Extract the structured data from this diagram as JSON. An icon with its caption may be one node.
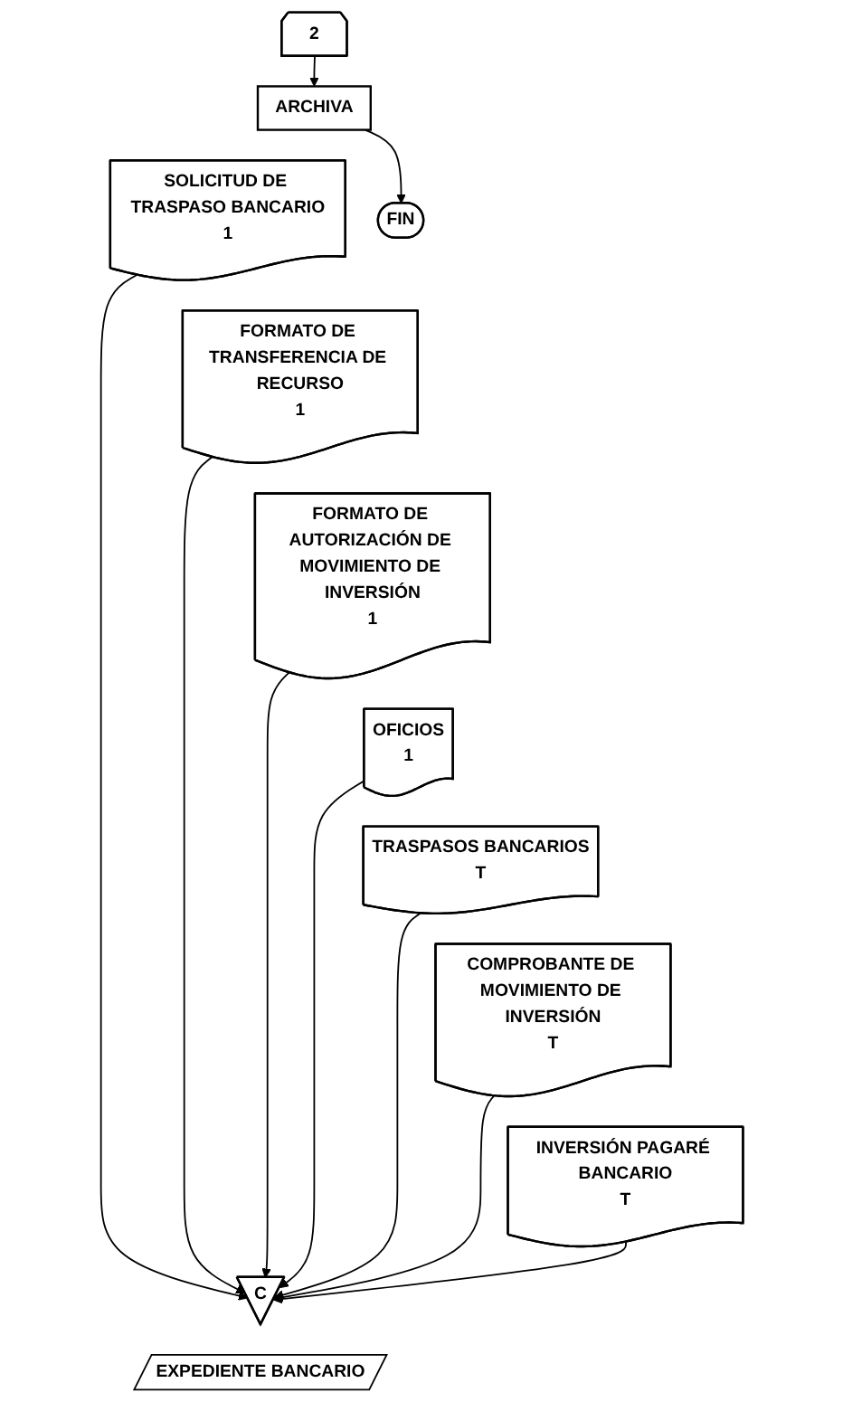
{
  "diagram": {
    "nodes": [
      {
        "text": [
          "2"
        ]
      },
      {
        "text": [
          "ARCHIVA"
        ]
      },
      {
        "text": [
          "SOLICITUD DE TRASPASO BANCARIO",
          "1"
        ]
      },
      {
        "text": [
          "FORMATO DE TRANSFERENCIA DE RECURSO",
          "1"
        ]
      },
      {
        "text": [
          "FORMATO DE AUTORIZACIÓN DE MOVIMIENTO DE INVERSIÓN",
          "1"
        ]
      },
      {
        "text": [
          "OFICIOS",
          "1"
        ]
      },
      {
        "text": [
          "TRASPASOS BANCARIOS",
          "T"
        ]
      },
      {
        "text": [
          "COMPROBANTE DE MOVIMIENTO DE INVERSIÓN",
          "T"
        ]
      },
      {
        "text": [
          "INVERSIÓN PAGARÉ BANCARIO",
          "T"
        ]
      },
      {
        "text": [
          "C"
        ],
        "beside": [
          "EXPEDIENTE BANCARIO"
        ]
      },
      {
        "text": [
          "FIN"
        ]
      }
    ],
    "edges": [
      {
        "from": 0,
        "to": 1,
        "arrow": "to"
      },
      {
        "from": 1,
        "to": 10,
        "arrow": "to"
      },
      {
        "from": 2,
        "to": 9,
        "arrow": "to"
      },
      {
        "from": 3,
        "to": 9,
        "arrow": "to"
      },
      {
        "from": 4,
        "to": 9,
        "arrow": "to"
      },
      {
        "from": 5,
        "to": 9,
        "arrow": "to"
      },
      {
        "from": 6,
        "to": 9,
        "arrow": "to"
      },
      {
        "from": 7,
        "to": 9,
        "arrow": "to"
      },
      {
        "from": 8,
        "to": 9,
        "arrow": "to"
      }
    ]
  }
}
